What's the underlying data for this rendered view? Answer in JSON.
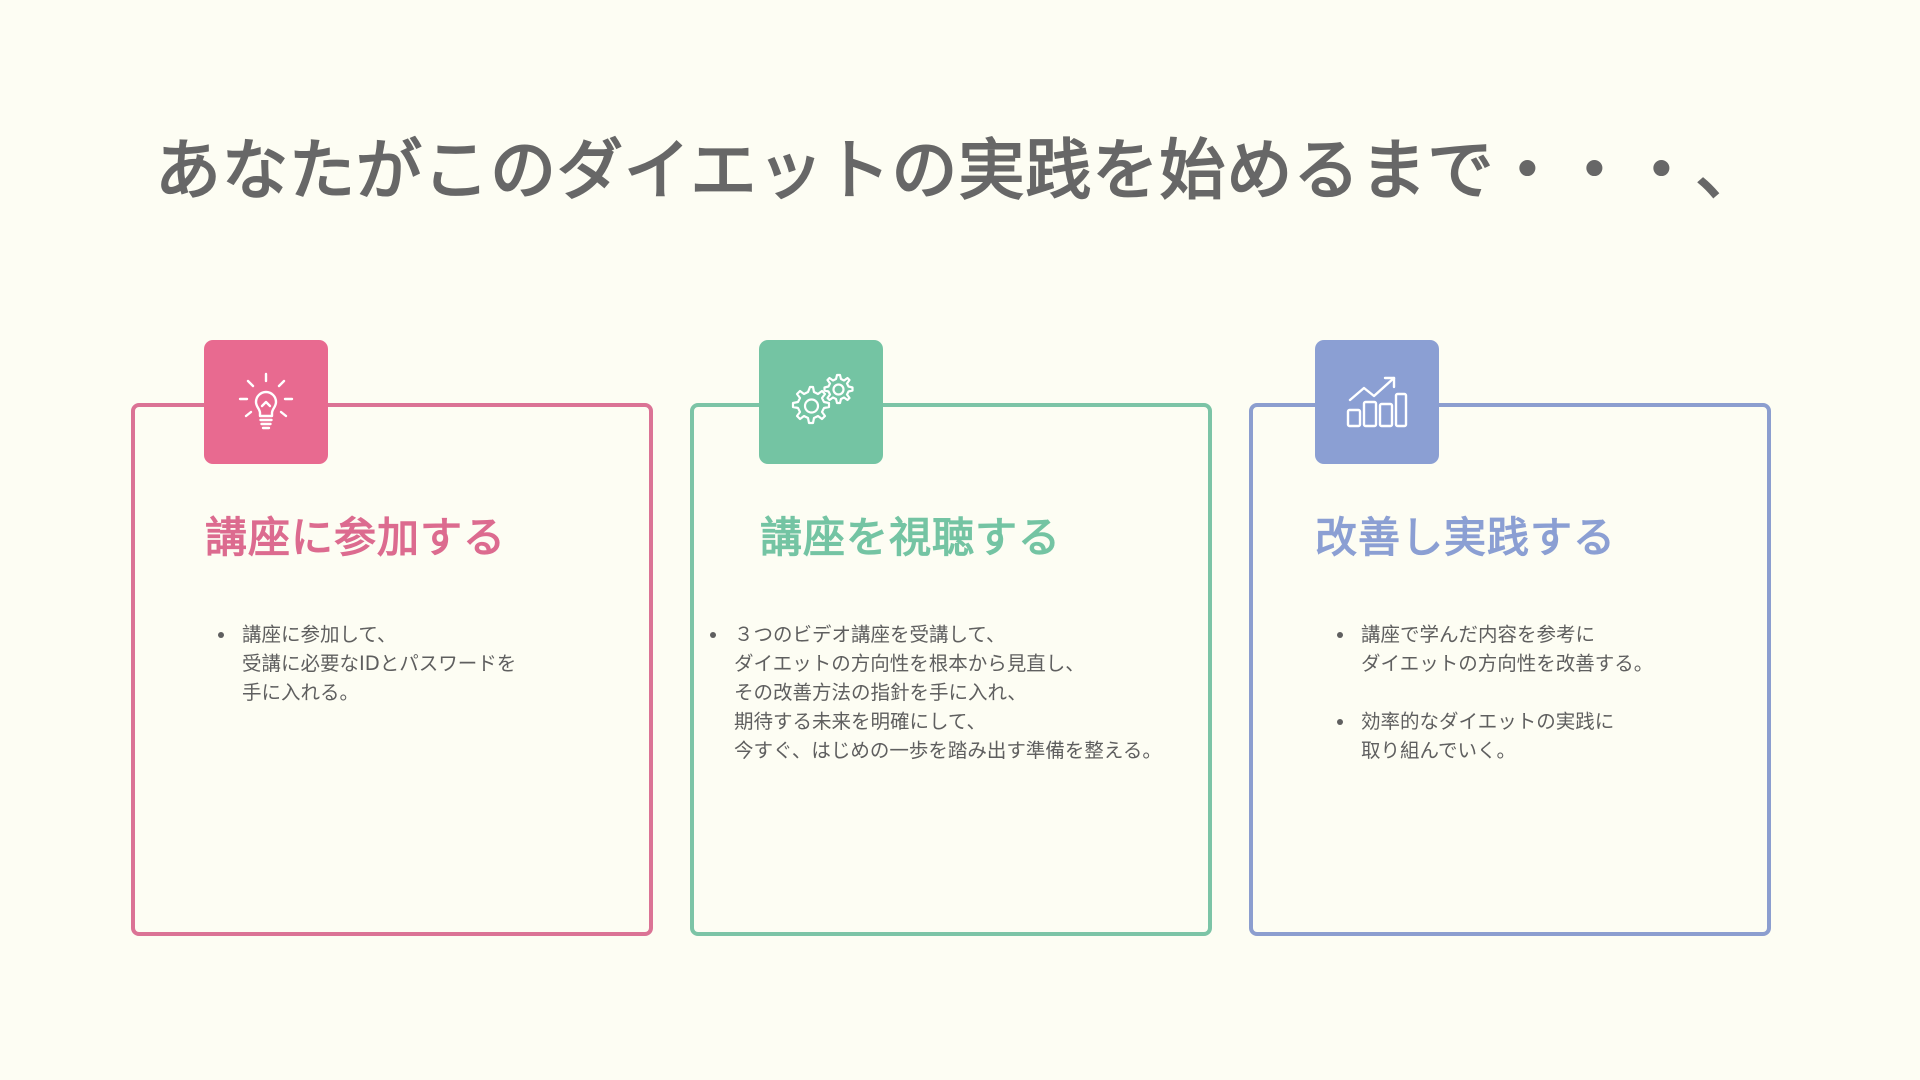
{
  "page": {
    "title": "あなたがこのダイエットの実践を始めるまで・・・、"
  },
  "cards": [
    {
      "icon": "lightbulb-icon",
      "color": "#e86a90",
      "heading": "講座に参加する",
      "bullets": [
        {
          "lines": [
            "講座に参加して、",
            "受講に必要なIDとパスワードを",
            "手に入れる。"
          ]
        }
      ]
    },
    {
      "icon": "gears-icon",
      "color": "#74c4a3",
      "heading": "講座を視聴する",
      "bullets": [
        {
          "lines": [
            "３つのビデオ講座を受講して、",
            "ダイエットの方向性を根本から見直し、",
            "その改善方法の指針を手に入れ、",
            "期待する未来を明確にして、",
            "今すぐ、はじめの一歩を踏み出す準備を整える。"
          ]
        }
      ]
    },
    {
      "icon": "bar-chart-growth-icon",
      "color": "#8b9fd3",
      "heading": "改善し実践する",
      "bullets": [
        {
          "lines": [
            "講座で学んだ内容を参考に",
            "ダイエットの方向性を改善する。"
          ]
        },
        {
          "lines": [
            "効率的なダイエットの実践に",
            "取り組んでいく。"
          ]
        }
      ]
    }
  ]
}
